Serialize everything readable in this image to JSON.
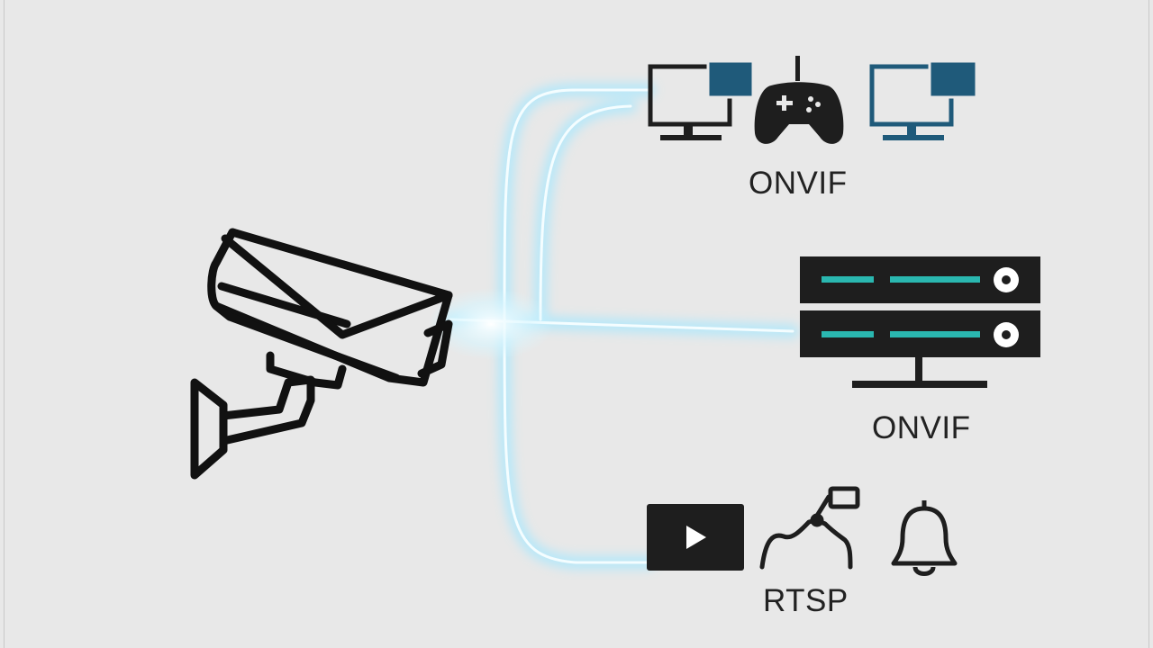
{
  "groups": {
    "top": {
      "label": "ONVIF",
      "icons": [
        "monitor-icon",
        "gamepad-icon",
        "monitor-icon"
      ]
    },
    "middle": {
      "label": "ONVIF",
      "icons": [
        "server-icon"
      ]
    },
    "bottom": {
      "label": "RTSP",
      "icons": [
        "video-play-icon",
        "motion-detection-icon",
        "bell-icon"
      ]
    }
  },
  "source": {
    "icon": "security-camera-icon"
  },
  "colors": {
    "background": "#e8e8e8",
    "connector_glow": "#bfefff",
    "accent_teal": "#2ab7b0",
    "accent_blue": "#1f5a7a",
    "icon_dark": "#1e1e1e"
  }
}
